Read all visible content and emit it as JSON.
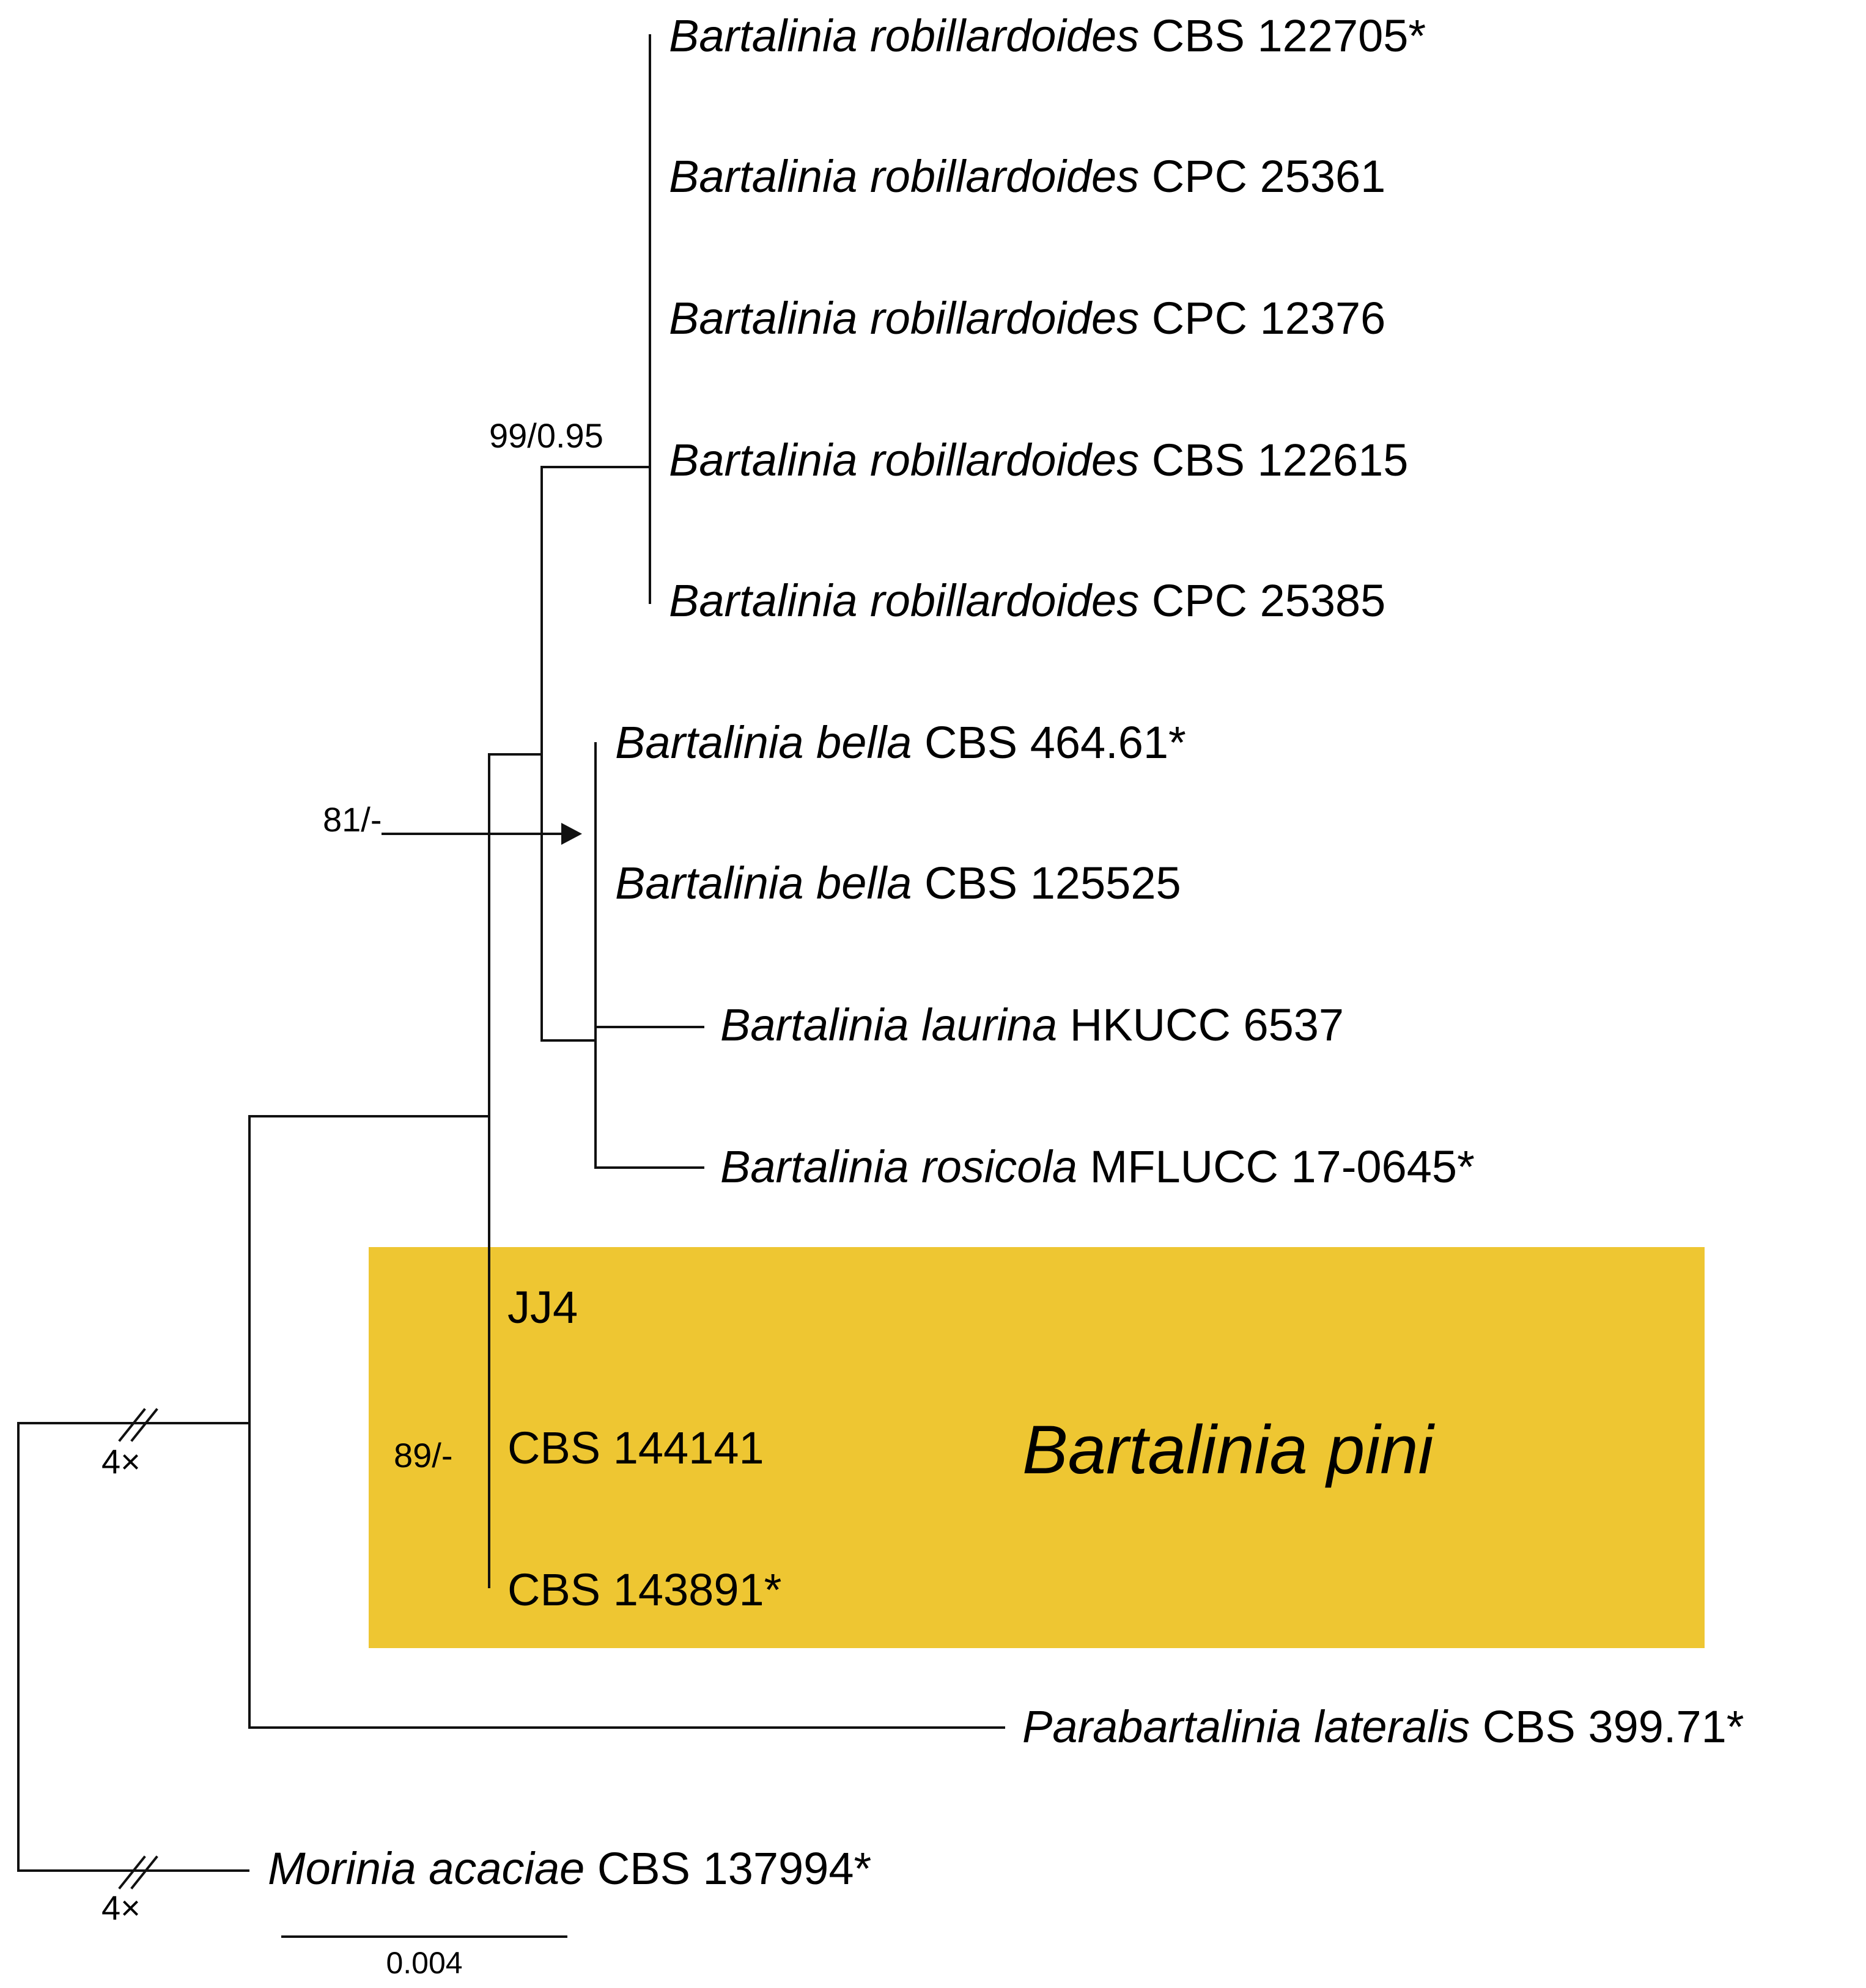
{
  "colors": {
    "highlight": "#EEC632",
    "isolate": "#3A86C0",
    "branch": "#111111"
  },
  "taxa": [
    {
      "genus_species": "Bartalinia robillardoides",
      "strain": "CBS 122705*"
    },
    {
      "genus_species": "Bartalinia robillardoides",
      "strain": "CPC 25361"
    },
    {
      "genus_species": "Bartalinia robillardoides",
      "strain": "CPC 12376"
    },
    {
      "genus_species": "Bartalinia robillardoides",
      "strain": "CBS 122615"
    },
    {
      "genus_species": "Bartalinia robillardoides",
      "strain": "CPC 25385"
    },
    {
      "genus_species": "Bartalinia bella",
      "strain": "CBS 464.61*"
    },
    {
      "genus_species": "Bartalinia bella",
      "strain": "CBS 125525"
    },
    {
      "genus_species": "Bartalinia laurina",
      "strain": "HKUCC 6537"
    },
    {
      "genus_species": "Bartalinia rosicola",
      "strain": "MFLUCC 17-0645*"
    },
    {
      "genus_species": "",
      "strain": "JJ4"
    },
    {
      "genus_species": "",
      "strain": "CBS 144141"
    },
    {
      "genus_species": "",
      "strain": "CBS 143891*"
    },
    {
      "genus_species": "Parabartalinia lateralis",
      "strain": "CBS 399.71*"
    },
    {
      "genus_species": "Morinia acaciae",
      "strain": "CBS 137994*"
    }
  ],
  "support": {
    "robillardoides_clade": "99/0.95",
    "bella_clade": "81/-",
    "pini_clade": "89/-"
  },
  "break_labels": {
    "upper": "4×",
    "lower": "4×"
  },
  "highlight_label": "Bartalinia pini",
  "scale_bar": {
    "label": "0.004"
  }
}
